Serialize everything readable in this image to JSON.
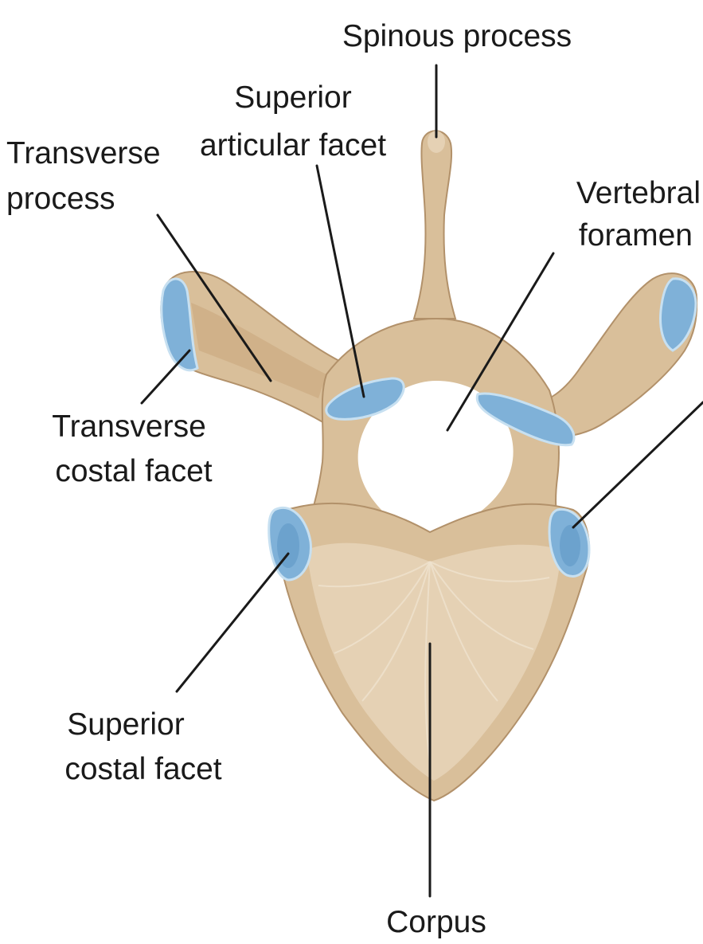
{
  "labels": {
    "spinous_process": "Spinous process",
    "superior_articular_facet": [
      "Superior",
      "articular facet"
    ],
    "transverse_process": [
      "Transverse",
      "process"
    ],
    "vertebral_foramen": [
      "Vertebral",
      "foramen"
    ],
    "transverse_costal_facet": [
      "Transverse",
      "costal facet"
    ],
    "superior_costal_facet": [
      "Superior",
      "costal facet"
    ],
    "corpus": "Corpus"
  },
  "colors": {
    "bone": "#d9bf9a",
    "facet": "#7fb1d8",
    "leader": "#1a1a1a"
  }
}
